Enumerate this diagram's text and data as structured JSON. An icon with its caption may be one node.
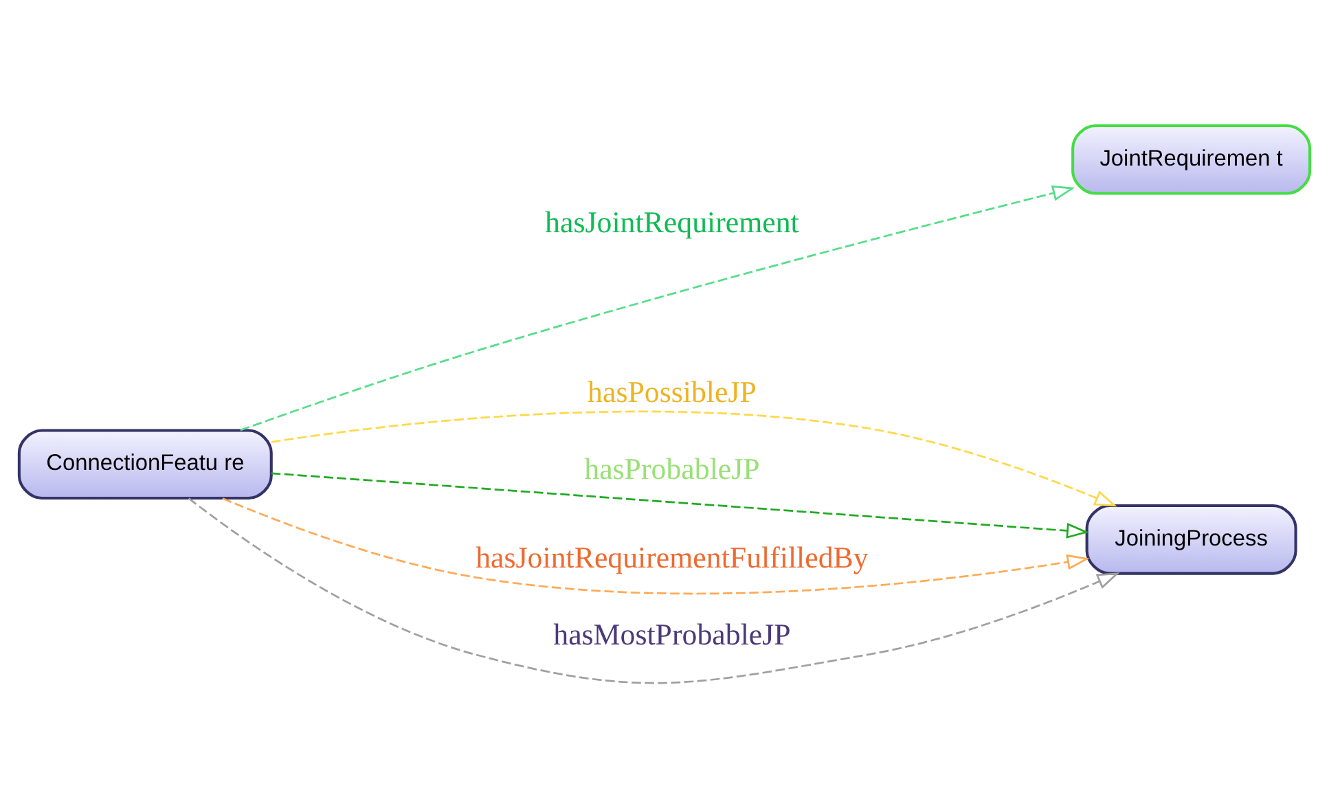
{
  "diagram": {
    "nodes": [
      {
        "text": [
          "JointRequiremen t"
        ]
      },
      {
        "text": [
          "ConnectionFeatu re"
        ]
      },
      {
        "text": [
          "JoiningProcess"
        ]
      }
    ],
    "edges": [
      {
        "from": 1,
        "to": 0,
        "arrow": "to",
        "label": "hasJointRequirement",
        "style": "dashed",
        "color": "#55dd88"
      },
      {
        "from": 1,
        "to": 2,
        "arrow": "to",
        "label": "hasPossibleJP",
        "style": "dashed",
        "color": "#ffd84a"
      },
      {
        "from": 1,
        "to": 2,
        "arrow": "to",
        "label": "hasProbableJP",
        "style": "dashed",
        "color": "#22aa22"
      },
      {
        "from": 1,
        "to": 2,
        "arrow": "to",
        "label": "hasJointRequirementFulfilledBy",
        "style": "dashed",
        "color": "#ffaa55"
      },
      {
        "from": 1,
        "to": 2,
        "arrow": "to",
        "label": "hasMostProbableJP",
        "style": "dashed",
        "color": "#a0a0a0"
      }
    ]
  }
}
